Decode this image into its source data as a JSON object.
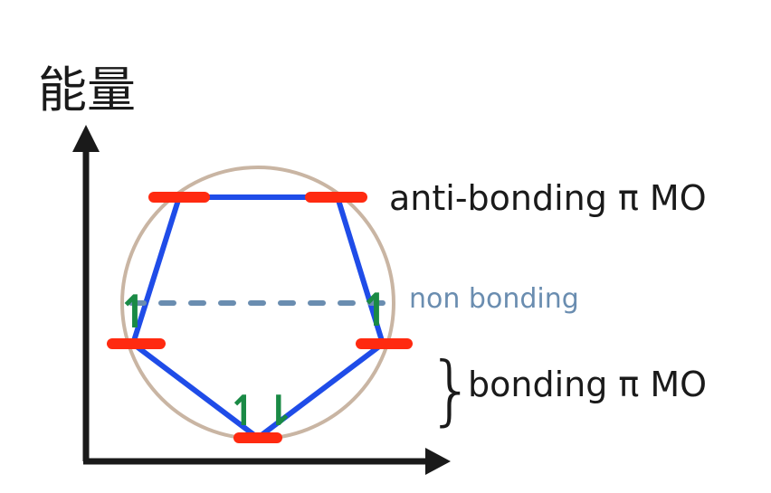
{
  "axis": {
    "ylabel": "能量"
  },
  "labels": {
    "antibonding": "anti-bonding π MO",
    "nonbonding": "non bonding",
    "bonding": "bonding π MO",
    "brace": "}"
  },
  "electrons": {
    "left_nonbonding": "↿",
    "right_nonbonding": "↿",
    "bottom_pair": "↿⇂"
  },
  "colors": {
    "axis": "#1a1a1a",
    "circle": "#c9b5a3",
    "polygon": "#1f4ce8",
    "level": "#ff2a10",
    "dashed": "#6a8db0",
    "electron": "#1a8a45",
    "text": "#1a1a1a"
  }
}
